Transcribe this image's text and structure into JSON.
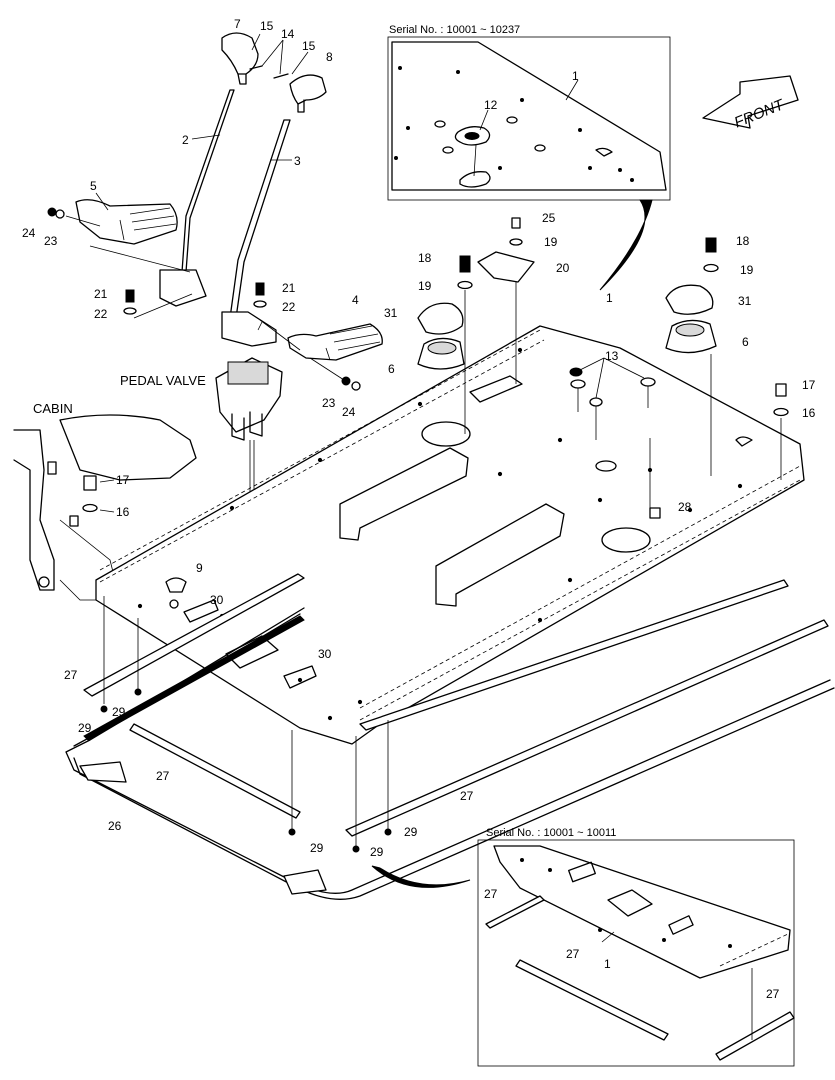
{
  "inset_top": {
    "serial": "Serial No. : 10001 ~ 10237"
  },
  "inset_bottom": {
    "serial": "Serial No. : 10001 ~ 10011"
  },
  "front_arrow": {
    "label": "FRONT"
  },
  "labels": {
    "pedal_valve": "PEDAL VALVE",
    "cabin": "CABIN"
  },
  "callouts": [
    {
      "id": "c7",
      "text": "7"
    },
    {
      "id": "c15a",
      "text": "15"
    },
    {
      "id": "c14",
      "text": "14"
    },
    {
      "id": "c15b",
      "text": "15"
    },
    {
      "id": "c8",
      "text": "8"
    },
    {
      "id": "c2",
      "text": "2"
    },
    {
      "id": "c3",
      "text": "3"
    },
    {
      "id": "c5",
      "text": "5"
    },
    {
      "id": "c24a",
      "text": "24"
    },
    {
      "id": "c23a",
      "text": "23"
    },
    {
      "id": "c21a",
      "text": "21"
    },
    {
      "id": "c22a",
      "text": "22"
    },
    {
      "id": "c21b",
      "text": "21"
    },
    {
      "id": "c22b",
      "text": "22"
    },
    {
      "id": "c4",
      "text": "4"
    },
    {
      "id": "c23b",
      "text": "23"
    },
    {
      "id": "c24b",
      "text": "24"
    },
    {
      "id": "c17a",
      "text": "17"
    },
    {
      "id": "c16a",
      "text": "16"
    },
    {
      "id": "c9",
      "text": "9"
    },
    {
      "id": "c30a",
      "text": "30"
    },
    {
      "id": "c30b",
      "text": "30"
    },
    {
      "id": "c27a",
      "text": "27"
    },
    {
      "id": "c29a",
      "text": "29"
    },
    {
      "id": "c29b",
      "text": "29"
    },
    {
      "id": "c27b",
      "text": "27"
    },
    {
      "id": "c26",
      "text": "26"
    },
    {
      "id": "c29c",
      "text": "29"
    },
    {
      "id": "c27c",
      "text": "27"
    },
    {
      "id": "c29d",
      "text": "29"
    },
    {
      "id": "c29e",
      "text": "29"
    },
    {
      "id": "c1a",
      "text": "1"
    },
    {
      "id": "c12",
      "text": "12"
    },
    {
      "id": "c25",
      "text": "25"
    },
    {
      "id": "c19a",
      "text": "19"
    },
    {
      "id": "c18a",
      "text": "18"
    },
    {
      "id": "c20",
      "text": "20"
    },
    {
      "id": "c19b",
      "text": "19"
    },
    {
      "id": "c31a",
      "text": "31"
    },
    {
      "id": "c6a",
      "text": "6"
    },
    {
      "id": "c1b",
      "text": "1"
    },
    {
      "id": "c18b",
      "text": "18"
    },
    {
      "id": "c19c",
      "text": "19"
    },
    {
      "id": "c31b",
      "text": "31"
    },
    {
      "id": "c6b",
      "text": "6"
    },
    {
      "id": "c13",
      "text": "13"
    },
    {
      "id": "c17b",
      "text": "17"
    },
    {
      "id": "c16b",
      "text": "16"
    },
    {
      "id": "c28",
      "text": "28"
    },
    {
      "id": "c27d",
      "text": "27"
    },
    {
      "id": "c1c",
      "text": "1"
    },
    {
      "id": "c27e",
      "text": "27"
    },
    {
      "id": "c27f",
      "text": "27"
    }
  ]
}
